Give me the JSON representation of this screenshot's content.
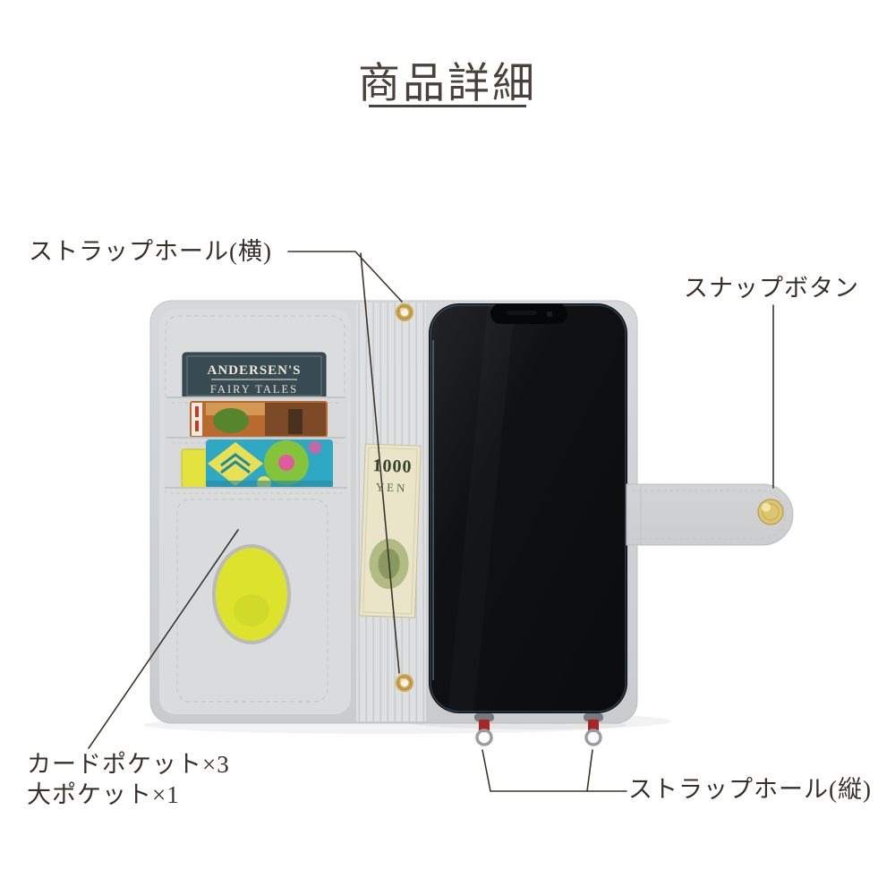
{
  "page": {
    "title": "商品詳細"
  },
  "labels": {
    "strap_hole_horizontal": "ストラップホール(横)",
    "snap_button": "スナップボタン",
    "card_pockets": "カードポケット×3",
    "large_pocket": "大ポケット×1",
    "strap_hole_vertical": "ストラップホール(縦)"
  },
  "illustration": {
    "card_title_line1": "ANDERSEN'S",
    "card_title_line2": "FAIRY TALES",
    "bill_value": "1000",
    "bill_unit": "YEN"
  },
  "colors": {
    "title_text": "#49423a",
    "annotation_text": "#36302b",
    "leader_line": "#3a342e",
    "case_gray": "#d7d8da",
    "phone_black": "#0b0c0e",
    "brass_gold": "#dcc470",
    "window_yellow": "#dde32c",
    "strap_red": "#a62525"
  }
}
